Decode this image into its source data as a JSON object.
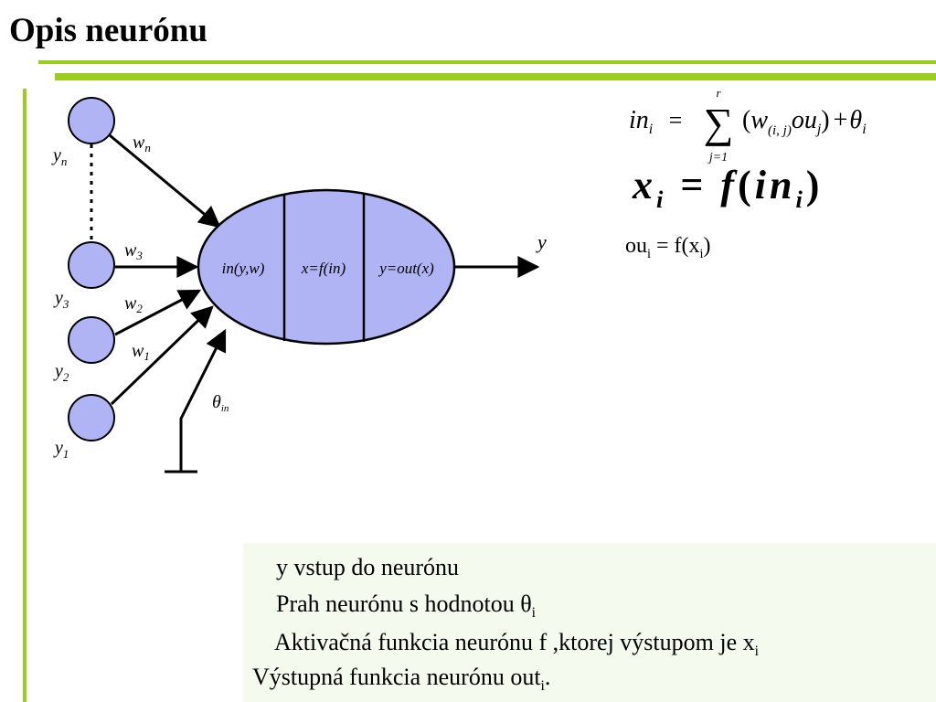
{
  "title": "Opis neurónu",
  "colors": {
    "accent": "#9acd1e",
    "neuron_fill": "#b0b4f4",
    "notes_bg": "#f5faee"
  },
  "diagram": {
    "inputs": [
      {
        "label": "y",
        "sub": "n",
        "weight": "w",
        "weight_sub": "n"
      },
      {
        "label": "y",
        "sub": "3",
        "weight": "w",
        "weight_sub": "3"
      },
      {
        "label": "y",
        "sub": "2",
        "weight": "w",
        "weight_sub": "2"
      },
      {
        "label": "y",
        "sub": "1",
        "weight": "w",
        "weight_sub": "1"
      }
    ],
    "sections": [
      "in(y,w)",
      "x=f(in)",
      "y=out(x)"
    ],
    "output_label": "y",
    "threshold_label": "θ",
    "threshold_sub": "in"
  },
  "equations": {
    "eq1": {
      "lhs": "in",
      "lhs_sub": "i",
      "eq": "=",
      "sum_top": "r",
      "sum_bottom": "j=1",
      "term_open": "(",
      "w": "w",
      "w_sub": "(i, j)",
      "ou": "ou",
      "ou_sub": "j",
      "term_close": ")",
      "plus": "+",
      "theta": "θ",
      "theta_sub": "i"
    },
    "eq2": {
      "x": "x",
      "x_sub": "i",
      "eq": "=",
      "f": "f",
      "open": "(",
      "in": "in",
      "in_sub": "i",
      "close": ")"
    },
    "eq3": {
      "lhs": "ou",
      "lhs_sub": "i",
      "rhs": " = f(x",
      "rhs_sub": "i",
      "rhs_close": ")"
    }
  },
  "notes": [
    {
      "text": "y vstup do neurónu",
      "sub": "",
      "suffix": ""
    },
    {
      "text": "Prah  neurónu s hodnotou θ",
      "sub": "i",
      "suffix": ""
    },
    {
      "text": "Aktivačná funkcia neurónu  f ,ktorej výstupom  je x",
      "sub": "i",
      "suffix": ""
    },
    {
      "text": "Výstupná funkcia neurónu out",
      "sub": "i",
      "suffix": "."
    }
  ]
}
